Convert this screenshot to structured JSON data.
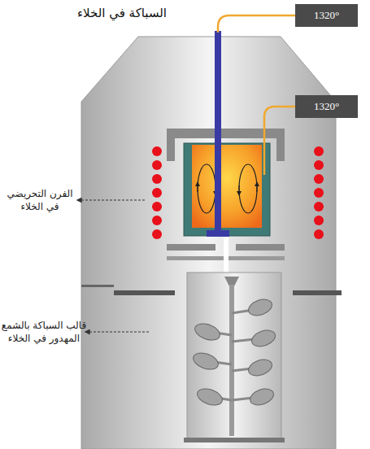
{
  "diagram": {
    "title": "السباكة في الخلاء",
    "nodes": [
      {
        "text": [
          "1320°"
        ]
      },
      {
        "text": [
          "1320°"
        ]
      }
    ],
    "edges": [],
    "labels": [
      "الفرن التحريضي في الخلاء",
      "قالب السباكة بالشمع المهدور في الخلاء"
    ]
  }
}
